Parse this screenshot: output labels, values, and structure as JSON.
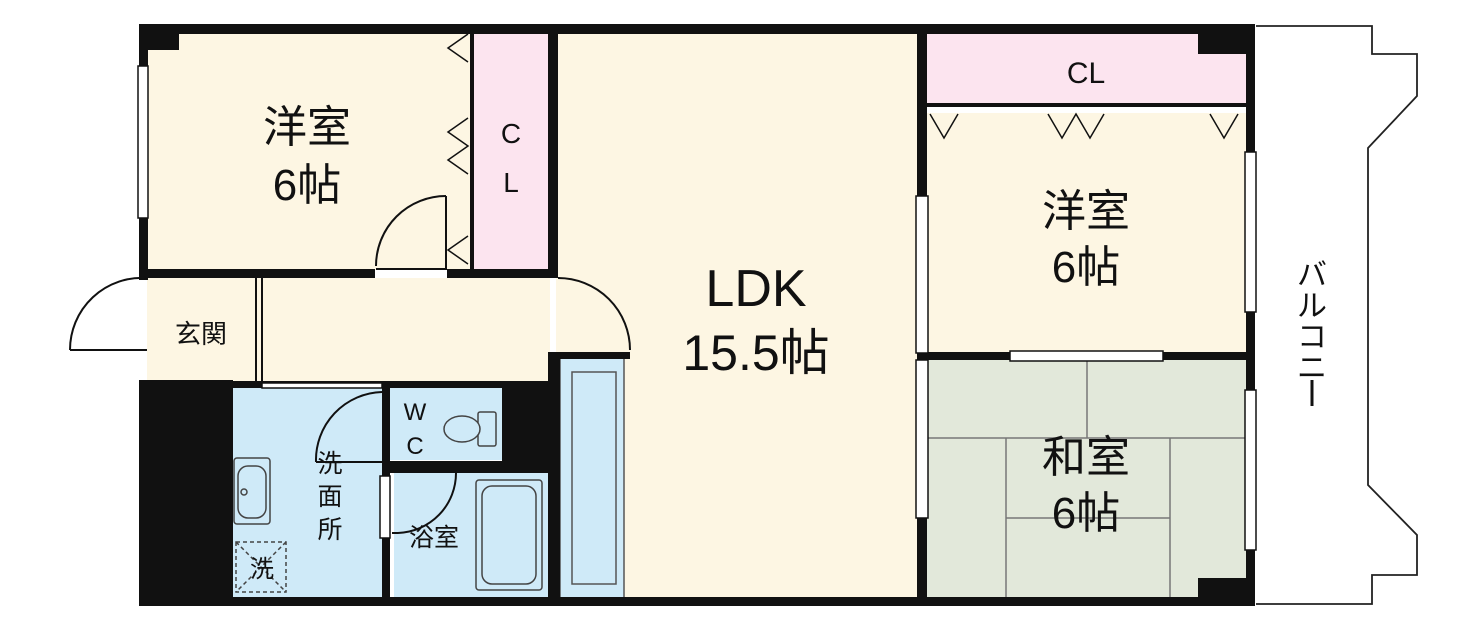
{
  "rooms": {
    "western_nw": {
      "name": "洋室",
      "size": "6帖"
    },
    "cl_nw": {
      "line1": "C",
      "line2": "L"
    },
    "ldk": {
      "name": "LDK",
      "size": "15.5帖"
    },
    "cl_ne": {
      "label": "CL"
    },
    "western_e": {
      "name": "洋室",
      "size": "6帖"
    },
    "washitsu": {
      "name": "和室",
      "size": "6帖"
    },
    "genkan": {
      "label": "玄関"
    },
    "wc": {
      "line1": "W",
      "line2": "C"
    },
    "senmenjo": {
      "line1": "洗",
      "line2": "面",
      "line3": "所"
    },
    "bath": {
      "label": "浴室"
    },
    "washer": {
      "label": "洗"
    },
    "balcony": {
      "c1": "バ",
      "c2": "ル",
      "c3": "コ",
      "c4": "ニ",
      "c5": "ー"
    }
  },
  "colors": {
    "western": "#fdf6e3",
    "ldk": "#fdf6e3",
    "closet": "#fce4ef",
    "washitsu": "#e2e8da",
    "wet_area": "#cfeaf8",
    "wall": "#111111"
  }
}
